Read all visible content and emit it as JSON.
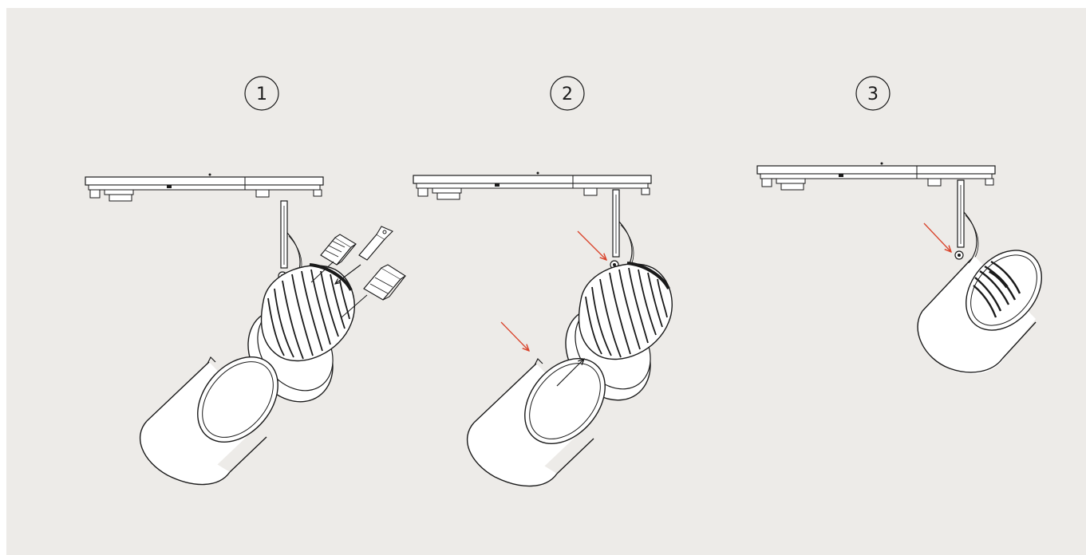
{
  "background": "#edebe8",
  "line_color": "#1a1a1a",
  "arrow_red": "#d9432b",
  "steps": [
    {
      "number": "1"
    },
    {
      "number": "2"
    },
    {
      "number": "3"
    }
  ],
  "icons": {
    "track": "track-rail-icon",
    "arm": "adapter-arm-icon",
    "head": "finned-heatsink-icon",
    "shade": "cylinder-shade-icon",
    "accessory": "clip-accessory-icon",
    "arrow": "arrow-icon"
  }
}
